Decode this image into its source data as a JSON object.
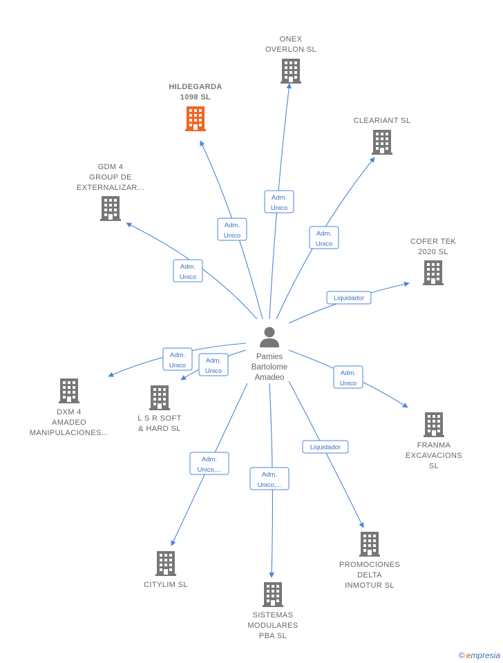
{
  "center": {
    "name_lines": [
      "Pamies",
      "Bartolome",
      "Amadeo"
    ],
    "icon": "person-icon"
  },
  "companies": [
    {
      "id": "onex",
      "lines": [
        "ONEX",
        "OVERLON  SL"
      ],
      "highlight": false
    },
    {
      "id": "hildegarda",
      "lines": [
        "HILDEGARDA",
        "1098  SL"
      ],
      "highlight": true
    },
    {
      "id": "cleariant",
      "lines": [
        "CLEARIANT  SL"
      ],
      "highlight": false
    },
    {
      "id": "gdm4",
      "lines": [
        "GDM 4",
        "GROUP DE",
        "EXTERNALIZAR..."
      ],
      "highlight": false
    },
    {
      "id": "cofertek",
      "lines": [
        "COFER TEK",
        "2020  SL"
      ],
      "highlight": false
    },
    {
      "id": "dxm4",
      "lines": [
        "DXM 4",
        "AMADEO",
        "MANIPULACIONES..."
      ],
      "highlight": false
    },
    {
      "id": "lsr",
      "lines": [
        "L S R SOFT",
        "& HARD  SL"
      ],
      "highlight": false
    },
    {
      "id": "franma",
      "lines": [
        "FRANMA",
        "EXCAVACIONS",
        "SL"
      ],
      "highlight": false
    },
    {
      "id": "citylim",
      "lines": [
        "CITYLIM  SL"
      ],
      "highlight": false
    },
    {
      "id": "sistemas",
      "lines": [
        "SISTEMAS",
        "MODULARES",
        "PBA  SL"
      ],
      "highlight": false
    },
    {
      "id": "promociones",
      "lines": [
        "PROMOCIONES",
        "DELTA",
        "INMOTUR SL"
      ],
      "highlight": false
    }
  ],
  "edges": [
    {
      "to": "onex",
      "label": [
        "Adm.",
        "Unico"
      ]
    },
    {
      "to": "hildegarda",
      "label": [
        "Adm.",
        "Unico"
      ]
    },
    {
      "to": "cleariant",
      "label": [
        "Adm.",
        "Unico"
      ]
    },
    {
      "to": "gdm4",
      "label": [
        "Adm.",
        "Unico"
      ]
    },
    {
      "to": "cofertek",
      "label": [
        "Liquidador"
      ]
    },
    {
      "to": "dxm4",
      "label": [
        "Adm.",
        "Unico"
      ]
    },
    {
      "to": "lsr",
      "label": [
        "Adm.",
        "Unico"
      ]
    },
    {
      "to": "franma",
      "label": [
        "Adm.",
        "Unico"
      ]
    },
    {
      "to": "citylim",
      "label": [
        "Adm.",
        "Unico,..."
      ]
    },
    {
      "to": "sistemas",
      "label": [
        "Adm.",
        "Unico,..."
      ]
    },
    {
      "to": "promociones",
      "label": [
        "Liquidador"
      ]
    }
  ],
  "colors": {
    "edge": "#4a86d6",
    "building": "#777777",
    "building_highlight": "#f26522"
  },
  "footer": {
    "copyright": "©",
    "brand_initial": "e",
    "brand_rest": "mpresia"
  }
}
